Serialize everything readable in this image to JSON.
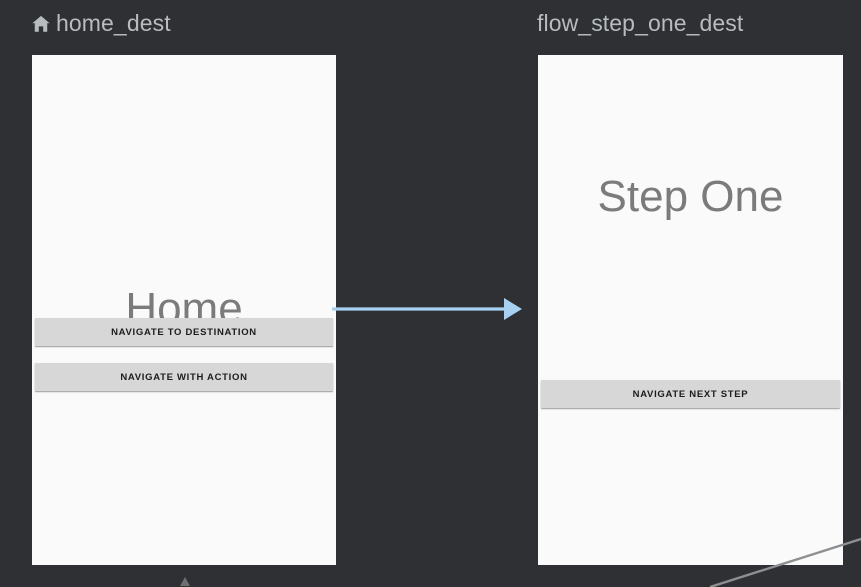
{
  "canvas": {
    "background_color": "#2e3033"
  },
  "destinations": [
    {
      "id": "home_dest",
      "label": "home_dest",
      "icon": "home-icon",
      "is_start_destination": true,
      "screen_title": "Home",
      "buttons": [
        {
          "id": "navigate-to-destination",
          "label": "NAVIGATE TO DESTINATION"
        },
        {
          "id": "navigate-with-action",
          "label": "NAVIGATE WITH ACTION"
        }
      ]
    },
    {
      "id": "flow_step_one_dest",
      "label": "flow_step_one_dest",
      "icon": null,
      "is_start_destination": false,
      "screen_title": "Step One",
      "buttons": [
        {
          "id": "navigate-next-step",
          "label": "NAVIGATE NEXT STEP"
        }
      ]
    }
  ],
  "connections": [
    {
      "id": "home-to-step-one",
      "from": "home_dest",
      "to": "flow_step_one_dest",
      "color": "#a8d0f0",
      "style": "solid-arrow"
    }
  ],
  "colors": {
    "card_background": "#fafafa",
    "label_text": "#b8bcbf",
    "screen_title_text": "#7b7b7b",
    "button_background": "#d7d7d7",
    "button_text": "#1c1c1c",
    "arrow": "#a8d0f0",
    "edge_fragment": "#8d8f91"
  }
}
